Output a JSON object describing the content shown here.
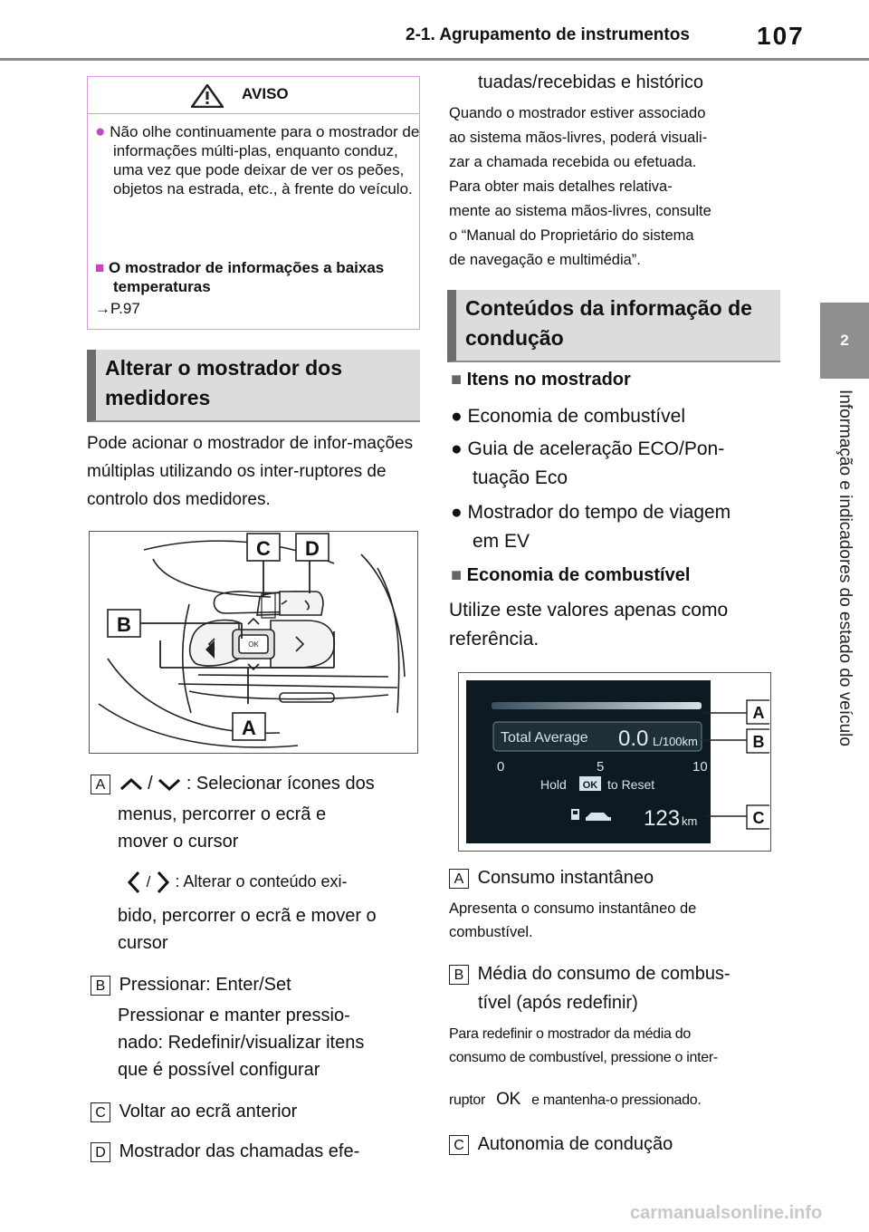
{
  "header": {
    "section_title": "2-1. Agrupamento de instrumentos",
    "page_number": "107"
  },
  "side_tab": {
    "chapter": "2",
    "text": "Informação e indicadores do estado do veículo"
  },
  "warning": {
    "label": "AVISO",
    "bullet1": "Não olhe continuamente para o mostrador de informações múlti-plas, enquanto conduz, uma vez que pode deixar de ver os peões, objetos na estrada, etc., à frente do veículo.",
    "sub_title": "O mostrador de informações a baixas temperaturas",
    "ref": "→P.97"
  },
  "section1": {
    "title": "Alterar o mostrador dos medidores",
    "intro": "Pode acionar o mostrador de infor-mações múltiplas utilizando os inter-ruptores de controlo dos medidores."
  },
  "figure1": {
    "labels": [
      "A",
      "B",
      "C",
      "D"
    ],
    "ok_label": "OK"
  },
  "items_left": {
    "A_label": "A",
    "A_sep": "/",
    "A_text": ": Selecionar ícones dos",
    "A_text2": "menus, percorrer o ecrã e",
    "A_text3": "mover o cursor",
    "A2_sep": "/",
    "A2_text": ": Alterar o conteúdo exi-",
    "A2_text2": "bido, percorrer o ecrã e mover o",
    "A2_text3": "cursor",
    "B_label": "B",
    "B_text1": "Pressionar: Enter/Set",
    "B_text2": "Pressionar e manter pressio-",
    "B_text3": "nado: Redefinir/visualizar itens",
    "B_text4": "que é possível configurar",
    "C_label": "C",
    "C_text": "Voltar ao ecrã anterior",
    "D_label": "D",
    "D_text": "Mostrador das chamadas efe-"
  },
  "right_col": {
    "cont_line": "tuadas/recebidas e histórico",
    "handsfree": [
      "Quando o mostrador estiver associado",
      "ao sistema mãos-livres, poderá visuali-",
      "zar a chamada recebida ou efetuada.",
      "Para obter mais detalhes relativa-",
      "mente ao sistema mãos-livres, consulte",
      "o “Manual do Proprietário do sistema",
      "de navegação e multimédia”."
    ],
    "section2_title": "Conteúdos da informação de condução",
    "sub1": "Itens no mostrador",
    "bullets": [
      "Economia de combustível",
      "Guia de aceleração ECO/Pon-",
      "tuação Eco",
      "Mostrador do tempo de viagem",
      "em EV"
    ],
    "sub2": "Economia de combustível",
    "sub2_text1": "Utilize este valores apenas como",
    "sub2_text2": "referência.",
    "A_label": "A",
    "A_title": "Consumo instantâneo",
    "A_desc1": "Apresenta o consumo instantâneo de",
    "A_desc2": "combustível.",
    "B_label": "B",
    "B_title1": "Média do consumo de combus-",
    "B_title2": "tível (após redefinir)",
    "B_desc1": "Para redefinir o mostrador da média do",
    "B_desc2": "consumo de combustível, pressione o inter-",
    "B_desc3a": "ruptor",
    "B_desc3b": "OK",
    "B_desc3c": "e mantenha-o pressionado.",
    "C_label": "C",
    "C_title": "Autonomia de condução"
  },
  "figure2": {
    "total_average": "Total Average",
    "value": "0.0",
    "unit": "L/100km",
    "scale": [
      "0",
      "5",
      "10"
    ],
    "hold": "Hold",
    "ok": "OK",
    "to_reset": "to Reset",
    "range_value": "123",
    "range_unit": "km",
    "labels": [
      "A",
      "B",
      "C"
    ]
  },
  "footer": {
    "watermark": "carmanualsonline.info"
  }
}
